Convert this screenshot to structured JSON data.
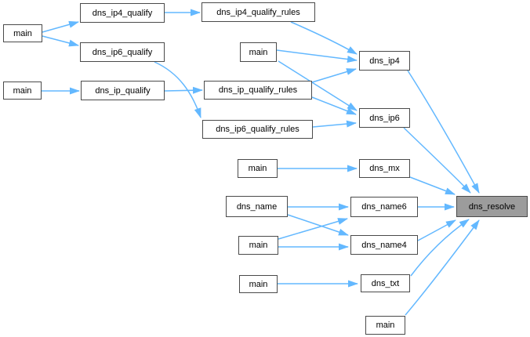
{
  "diagram": {
    "type": "call-graph",
    "highlighted_node": "dns_resolve",
    "colors": {
      "edge": "#63B8FF",
      "node_border": "#4a4a4a",
      "node_fill": "#ffffff",
      "highlight_fill": "#9c9c9c",
      "text": "#000000",
      "background": "#ffffff"
    }
  },
  "nodes": [
    {
      "id": "main-1",
      "label": "main"
    },
    {
      "id": "dns_ip4_qualify",
      "label": "dns_ip4_qualify"
    },
    {
      "id": "dns_ip6_qualify",
      "label": "dns_ip6_qualify"
    },
    {
      "id": "main-2",
      "label": "main"
    },
    {
      "id": "dns_ip_qualify",
      "label": "dns_ip_qualify"
    },
    {
      "id": "dns_ip4_qualify_rules",
      "label": "dns_ip4_qualify_rules"
    },
    {
      "id": "main-3",
      "label": "main"
    },
    {
      "id": "dns_ip_qualify_rules",
      "label": "dns_ip_qualify_rules"
    },
    {
      "id": "dns_ip6_qualify_rules",
      "label": "dns_ip6_qualify_rules"
    },
    {
      "id": "dns_ip4",
      "label": "dns_ip4"
    },
    {
      "id": "dns_ip6",
      "label": "dns_ip6"
    },
    {
      "id": "main-4",
      "label": "main"
    },
    {
      "id": "dns_mx",
      "label": "dns_mx"
    },
    {
      "id": "dns_name",
      "label": "dns_name"
    },
    {
      "id": "dns_name6",
      "label": "dns_name6"
    },
    {
      "id": "main-5",
      "label": "main"
    },
    {
      "id": "dns_name4",
      "label": "dns_name4"
    },
    {
      "id": "main-6",
      "label": "main"
    },
    {
      "id": "dns_txt",
      "label": "dns_txt"
    },
    {
      "id": "main-7",
      "label": "main"
    },
    {
      "id": "dns_resolve",
      "label": "dns_resolve"
    }
  ],
  "edges": [
    {
      "from": "main-1",
      "to": "dns_ip4_qualify"
    },
    {
      "from": "main-1",
      "to": "dns_ip6_qualify"
    },
    {
      "from": "dns_ip4_qualify",
      "to": "dns_ip4_qualify_rules"
    },
    {
      "from": "dns_ip6_qualify",
      "to": "dns_ip6_qualify_rules"
    },
    {
      "from": "main-2",
      "to": "dns_ip_qualify"
    },
    {
      "from": "dns_ip_qualify",
      "to": "dns_ip_qualify_rules"
    },
    {
      "from": "dns_ip4_qualify_rules",
      "to": "dns_ip4"
    },
    {
      "from": "main-3",
      "to": "dns_ip4"
    },
    {
      "from": "main-3",
      "to": "dns_ip6"
    },
    {
      "from": "dns_ip_qualify_rules",
      "to": "dns_ip4"
    },
    {
      "from": "dns_ip_qualify_rules",
      "to": "dns_ip6"
    },
    {
      "from": "dns_ip6_qualify_rules",
      "to": "dns_ip6"
    },
    {
      "from": "dns_ip4",
      "to": "dns_resolve"
    },
    {
      "from": "dns_ip6",
      "to": "dns_resolve"
    },
    {
      "from": "main-4",
      "to": "dns_mx"
    },
    {
      "from": "dns_mx",
      "to": "dns_resolve"
    },
    {
      "from": "dns_name",
      "to": "dns_name6"
    },
    {
      "from": "dns_name",
      "to": "dns_name4"
    },
    {
      "from": "main-5",
      "to": "dns_name6"
    },
    {
      "from": "main-5",
      "to": "dns_name4"
    },
    {
      "from": "dns_name6",
      "to": "dns_resolve"
    },
    {
      "from": "dns_name4",
      "to": "dns_resolve"
    },
    {
      "from": "main-6",
      "to": "dns_txt"
    },
    {
      "from": "dns_txt",
      "to": "dns_resolve"
    },
    {
      "from": "main-7",
      "to": "dns_resolve"
    }
  ]
}
